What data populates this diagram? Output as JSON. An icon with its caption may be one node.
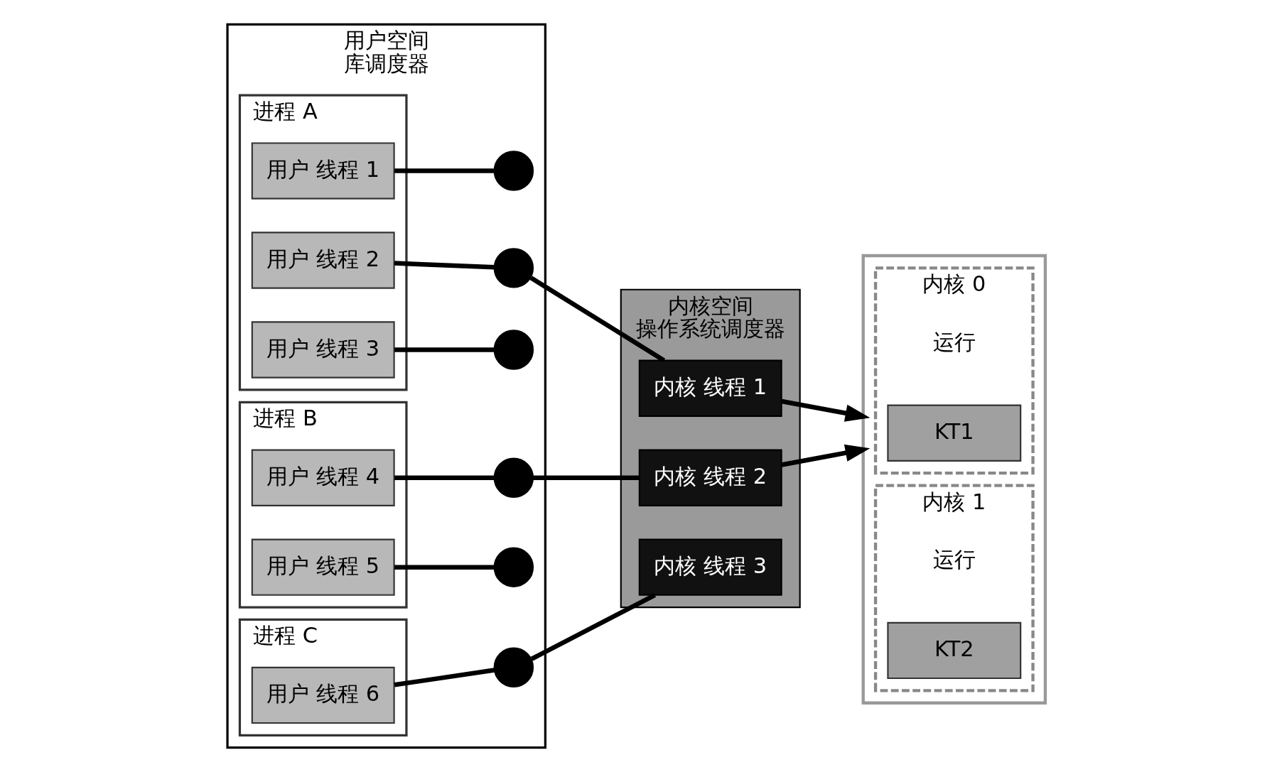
{
  "diagram": {
    "nodes": [
      {
        "text": [
          "用户空间",
          "库调度器"
        ]
      },
      {
        "text": [
          "进程 A"
        ],
        "in": 0
      },
      {
        "text": [
          "用户 线程 1"
        ],
        "in": 1
      },
      {
        "text": [
          "用户 线程 2"
        ],
        "in": 1
      },
      {
        "text": [
          "用户 线程 3"
        ],
        "in": 1
      },
      {
        "text": [
          "进程 B"
        ],
        "in": 0
      },
      {
        "text": [
          "用户 线程 4"
        ],
        "in": 5
      },
      {
        "text": [
          "用户 线程 5"
        ],
        "in": 5
      },
      {
        "text": [
          "进程 C"
        ],
        "in": 0
      },
      {
        "text": [
          "用户 线程 6"
        ],
        "in": 8
      },
      {
        "text": [],
        "shape": "circle",
        "in": 0
      },
      {
        "text": [],
        "shape": "circle",
        "in": 0
      },
      {
        "text": [],
        "shape": "circle",
        "in": 0
      },
      {
        "text": [],
        "shape": "circle",
        "in": 0
      },
      {
        "text": [],
        "shape": "circle",
        "in": 0
      },
      {
        "text": [],
        "shape": "circle",
        "in": 0
      },
      {
        "text": [
          "内核空间",
          "操作系统调度器"
        ]
      },
      {
        "text": [
          "内核 线程 1"
        ],
        "in": 16
      },
      {
        "text": [
          "内核 线程 2"
        ],
        "in": 16
      },
      {
        "text": [
          "内核 线程 3"
        ],
        "in": 16
      },
      {
        "text": [],
        "shape": "box"
      },
      {
        "text": [
          "内核 0"
        ],
        "in": 20
      },
      {
        "text": [
          "KT1"
        ],
        "in": 21
      },
      {
        "text": [
          "运行"
        ],
        "in": 21
      },
      {
        "text": [
          "内核 1"
        ],
        "in": 20
      },
      {
        "text": [
          "KT2"
        ],
        "in": 24
      },
      {
        "text": [
          "运行"
        ],
        "in": 24
      }
    ],
    "edges": [
      {
        "from": 2,
        "to": 10,
        "arrow": "none"
      },
      {
        "from": 3,
        "to": 11,
        "arrow": "none"
      },
      {
        "from": 4,
        "to": 12,
        "arrow": "none"
      },
      {
        "from": 6,
        "to": 13,
        "arrow": "none"
      },
      {
        "from": 7,
        "to": 14,
        "arrow": "none"
      },
      {
        "from": 9,
        "to": 15,
        "arrow": "none"
      },
      {
        "from": 11,
        "to": 17,
        "arrow": "none"
      },
      {
        "from": 13,
        "to": 18,
        "arrow": "none"
      },
      {
        "from": 15,
        "to": 19,
        "arrow": "none"
      },
      {
        "from": 17,
        "to": 20,
        "arrow": "to"
      },
      {
        "from": 18,
        "to": 20,
        "arrow": "to"
      }
    ]
  }
}
